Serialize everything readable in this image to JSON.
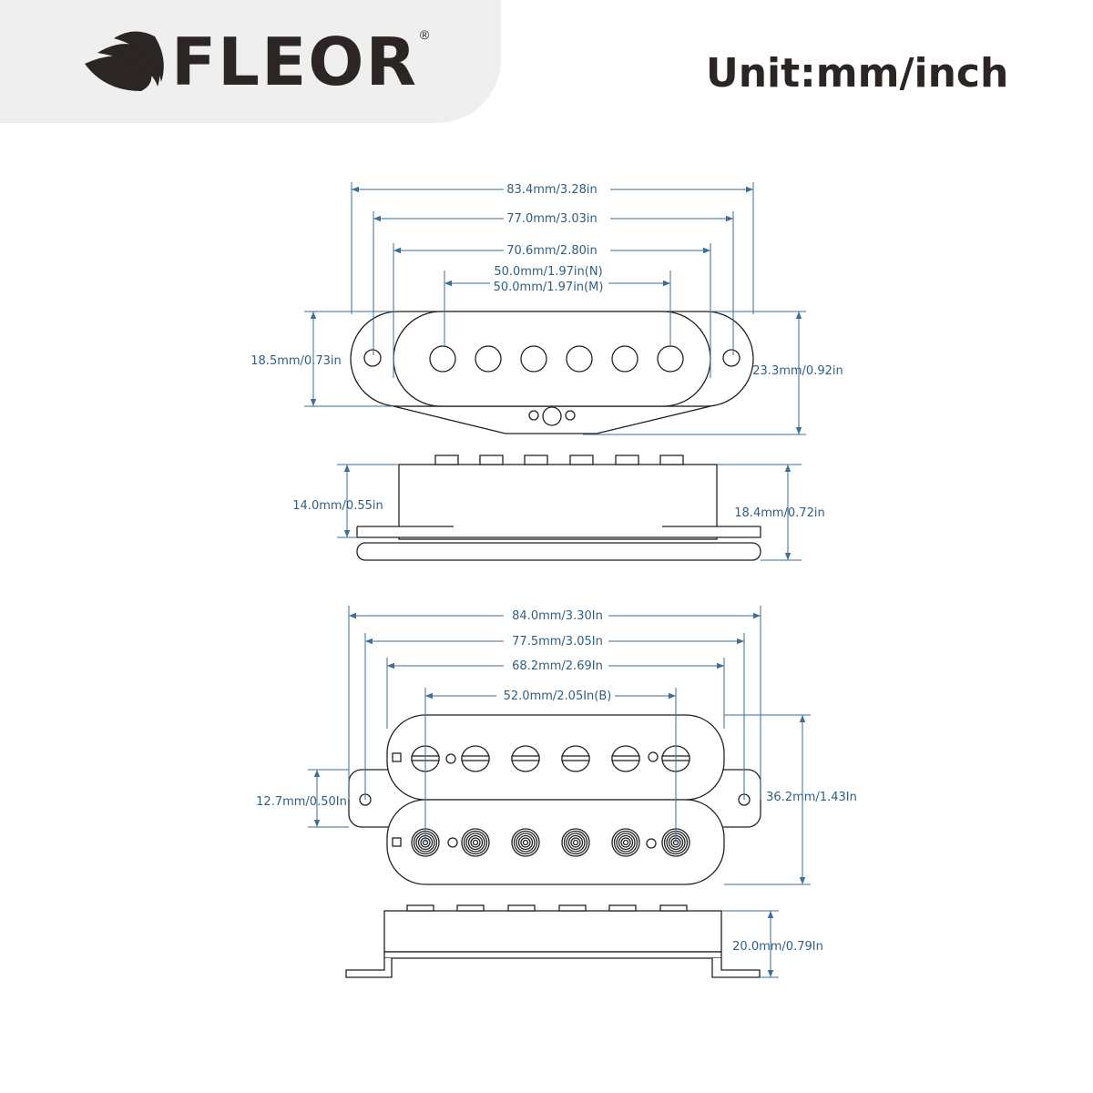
{
  "brand": {
    "name": "FLEOR",
    "registered": "®",
    "logo_icon": "leaf-icon"
  },
  "unit_label": "Unit:mm/inch",
  "single_coil": {
    "dims": {
      "d1": "83.4mm/3.28in",
      "d2": "77.0mm/3.03in",
      "d3": "70.6mm/2.80in",
      "d4a": "50.0mm/1.97in(N)",
      "d4b": "50.0mm/1.97in(M)",
      "h1": "18.5mm/0.73in",
      "h2": "23.3mm/0.92in",
      "h3": "14.0mm/0.55in",
      "h4": "18.4mm/0.72in"
    }
  },
  "humbucker": {
    "dims": {
      "d1": "84.0mm/3.30In",
      "d2": "77.5mm/3.05In",
      "d3": "68.2mm/2.69In",
      "d4": "52.0mm/2.05In(B)",
      "h1": "12.7mm/0.50In",
      "h2": "36.2mm/1.43In",
      "h3": "20.0mm/0.79In"
    }
  }
}
